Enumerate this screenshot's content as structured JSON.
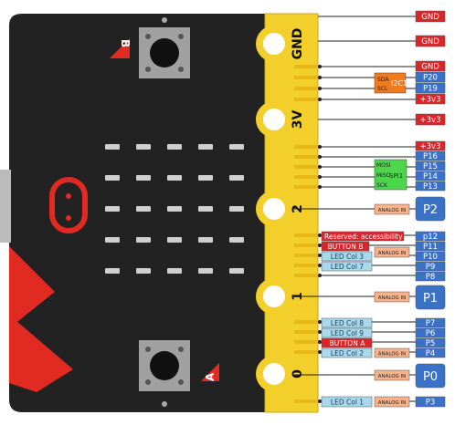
{
  "board": {
    "button_b_letter": "B",
    "button_a_letter": "A",
    "edge_labels": {
      "gnd": "GND",
      "v3": "3V",
      "p2": "2",
      "p1": "1",
      "p0": "0"
    }
  },
  "colors": {
    "gnd": "#e02a22",
    "pin": "#d9534f",
    "power": "#d8262a",
    "led": "#a8d8ea",
    "analog": "#f7b28b",
    "big_pin": "#3a72c8",
    "i2c": "#f07b1c",
    "spi": "#4cd64c",
    "button": "#e02a22",
    "reserved": "#d8262a"
  },
  "pins": {
    "gnd_top1": "GND",
    "gnd_top2": "GND",
    "gnd3": "GND",
    "p20": "P20",
    "p19": "P19",
    "v3a": "+3v3",
    "v3b": "+3v3",
    "v3c": "+3v3",
    "p16": "P16",
    "p15": "P15",
    "p14": "P14",
    "p13": "P13",
    "p2": "P2",
    "p12": "p12",
    "p11": "P11",
    "p10": "P10",
    "p9": "P9",
    "p8": "P8",
    "p1": "P1",
    "p7": "P7",
    "p6": "P6",
    "p5": "P5",
    "p4": "P4",
    "p0": "P0",
    "p3": "P3"
  },
  "functions": {
    "i2c": "I2C1",
    "sda": "SDA",
    "scl": "SCL",
    "spi": "SPI1",
    "mosi": "MOSI",
    "miso": "MISO",
    "sck": "SCK",
    "reserved": "Reserved: accessibility",
    "button_b": "BUTTON B",
    "button_a": "BUTTON A",
    "led_col3": "LED Col 3",
    "led_col7": "LED Col 7",
    "led_col8": "LED Col 8",
    "led_col9": "LED Col 9",
    "led_col2": "LED Col 2",
    "led_col1": "LED Col 1",
    "analog_in": "ANALOG IN"
  }
}
